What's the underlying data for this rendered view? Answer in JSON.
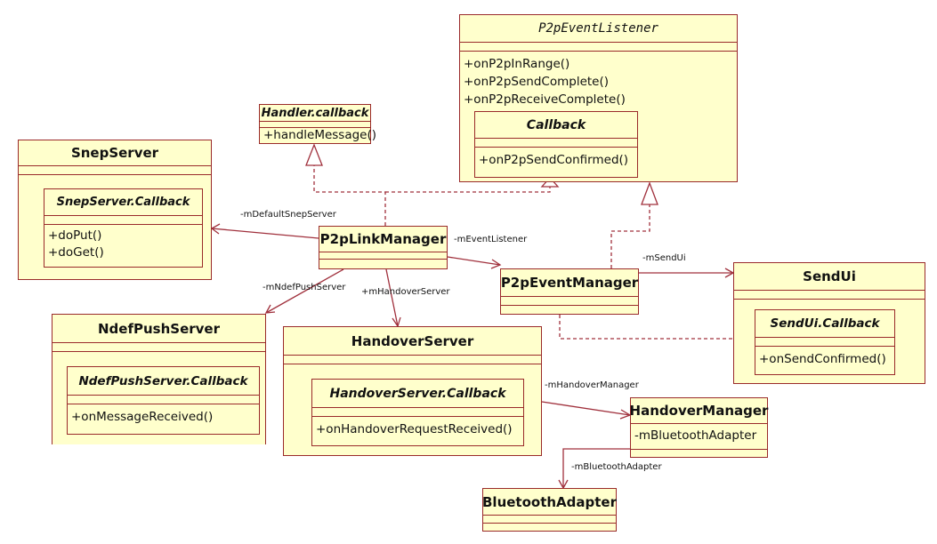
{
  "classes": {
    "p2p_event_listener": {
      "name": "P2pEventListener",
      "operations": [
        "+onP2pInRange()",
        "+onP2pSendComplete()",
        "+onP2pReceiveComplete()"
      ],
      "inner": {
        "name": "Callback",
        "operations": [
          "+onP2pSendConfirmed()"
        ]
      }
    },
    "handler_callback": {
      "name": "Handler.callback",
      "operations": [
        "+handleMessage()"
      ]
    },
    "snep_server": {
      "name": "SnepServer",
      "inner": {
        "name": "SnepServer.Callback",
        "operations": [
          "+doPut()",
          "+doGet()"
        ]
      }
    },
    "p2p_link_manager": {
      "name": "P2pLinkManager"
    },
    "p2p_event_manager": {
      "name": "P2pEventManager"
    },
    "send_ui": {
      "name": "SendUi",
      "inner": {
        "name": "SendUi.Callback",
        "operations": [
          "+onSendConfirmed()"
        ]
      }
    },
    "ndef_push_server": {
      "name": "NdefPushServer",
      "inner": {
        "name": "NdefPushServer.Callback",
        "operations": [
          "+onMessageReceived()"
        ]
      }
    },
    "handover_server": {
      "name": "HandoverServer",
      "inner": {
        "name": "HandoverServer.Callback",
        "operations": [
          "+onHandoverRequestReceived()"
        ]
      }
    },
    "handover_manager": {
      "name": "HandoverManager",
      "attributes": [
        "-mBluetoothAdapter"
      ]
    },
    "bluetooth_adapter": {
      "name": "BluetoothAdapter"
    }
  },
  "associations": {
    "default_snep_server": "-mDefaultSnepServer",
    "event_listener": "-mEventListener",
    "ndef_push_server": "-mNdefPushServer",
    "handover_server": "+mHandoverServer",
    "send_ui": "-mSendUi",
    "handover_manager": "-mHandoverManager",
    "bluetooth_adapter": "-mBluetoothAdapter"
  },
  "colors": {
    "class_fill": "#ffffcc",
    "border": "#9a2a2a",
    "line": "#a0303c"
  }
}
